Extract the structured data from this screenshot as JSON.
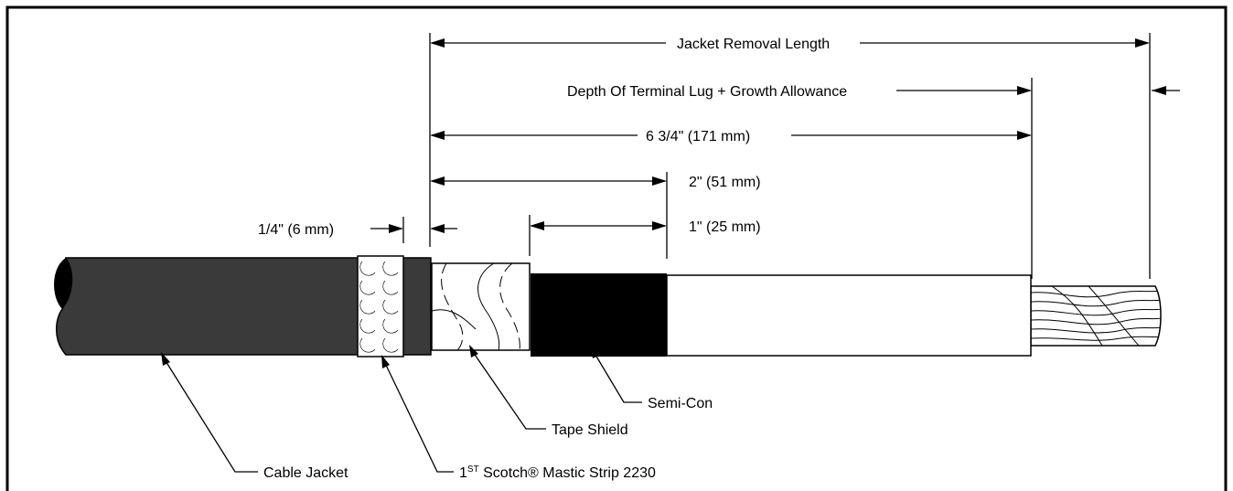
{
  "dimensions": {
    "jacket_removal_length": "Jacket Removal Length",
    "lug_depth": "Depth Of Terminal Lug + Growth Allowance",
    "six_three_quarter": "6 3/4\"  (171 mm)",
    "two_inch": "2\"  (51 mm)",
    "one_inch": "1\"  (25 mm)",
    "quarter_inch": "1/4\"  (6 mm)"
  },
  "callouts": {
    "cable_jacket": "Cable Jacket",
    "mastic_prefix": "1",
    "mastic_superscript": "ST",
    "mastic_text": " Scotch® Mastic Strip 2230",
    "tape_shield": "Tape Shield",
    "semi_con": "Semi-Con"
  },
  "colors": {
    "jacket": "#3a3a3a",
    "semi_con": "#000000",
    "insulation": "#ffffff",
    "mastic_dots": "#9a9a9a",
    "line": "#000000"
  }
}
